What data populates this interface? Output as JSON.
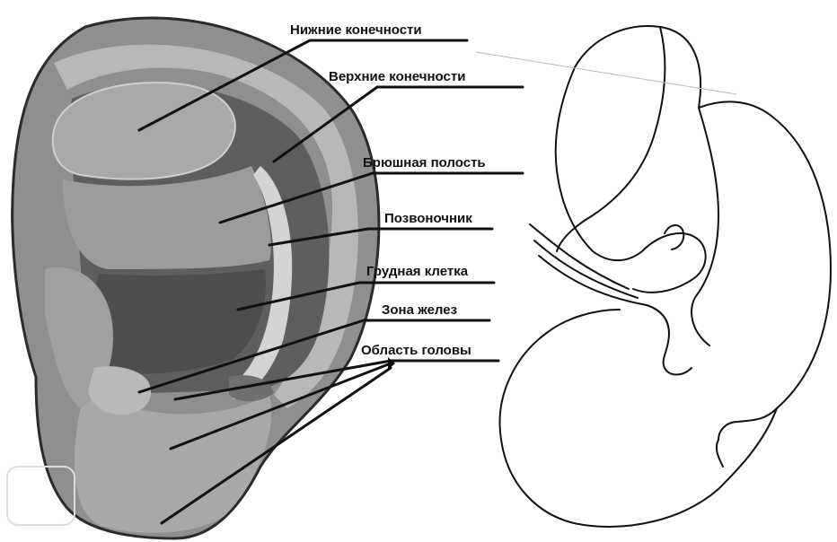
{
  "figure": {
    "labels": [
      {
        "id": "lower-limbs",
        "text": "Нижние конечности"
      },
      {
        "id": "upper-limbs",
        "text": "Верхние конечности"
      },
      {
        "id": "abdominal-cavity",
        "text": "Брюшная полость"
      },
      {
        "id": "spine",
        "text": "Позвоночник"
      },
      {
        "id": "chest",
        "text": "Грудная клетка"
      },
      {
        "id": "gland-zone",
        "text": "Зона желез"
      },
      {
        "id": "head-area",
        "text": "Область головы"
      }
    ]
  }
}
